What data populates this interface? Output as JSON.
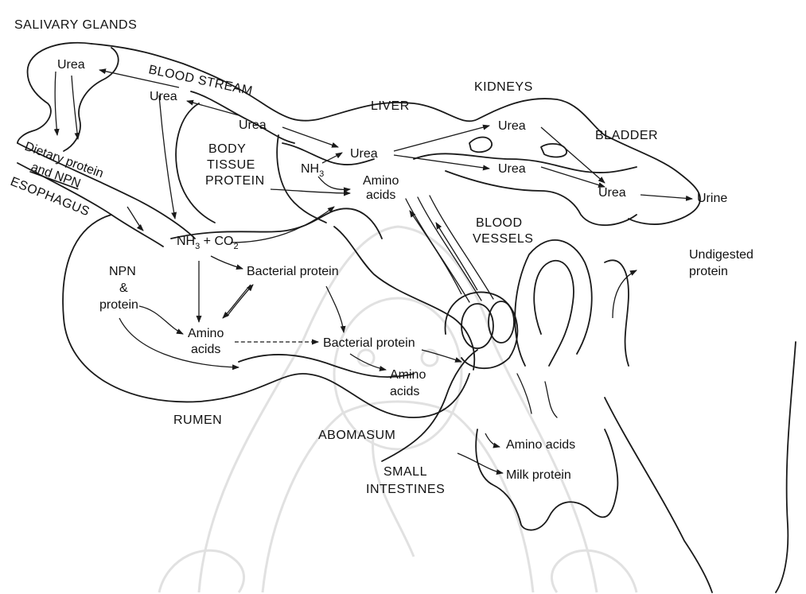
{
  "diagram": {
    "labels": {
      "salivary_glands": "SALIVARY GLANDS",
      "blood_stream": "BLOOD STREAM",
      "liver": "LIVER",
      "kidneys": "KIDNEYS",
      "bladder": "BLADDER",
      "urine": "Urine",
      "body_tissue_line1": "BODY",
      "body_tissue_line2": "TISSUE",
      "body_tissue_line3": "PROTEIN",
      "urea_saliva": "Urea",
      "urea_blood_1": "Urea",
      "urea_blood_2": "Urea",
      "urea_liver": "Urea",
      "urea_kidney_top": "Urea",
      "urea_kidney_bottom": "Urea",
      "urea_bladder": "Urea",
      "nh3_liver": "NH",
      "nh3_liver_sub": "3",
      "amino_liver_1": "Amino",
      "amino_liver_2": "acids",
      "dietary_1": "Dietary protein",
      "dietary_2": "and NPN",
      "esophagus": "ESOPHAGUS",
      "nh3_co2": "NH",
      "nh3_co2_sub1": "3",
      "nh3_co2_mid": " + CO",
      "nh3_co2_sub2": "2",
      "bacterial_protein_1": "Bacterial protein",
      "npn_1": "NPN",
      "npn_2": "&",
      "npn_3": "protein",
      "amino_rumen_1": "Amino",
      "amino_rumen_2": "acids",
      "bacterial_protein_2": "Bacterial protein",
      "amino_abomasum_1": "Amino",
      "amino_abomasum_2": "acids",
      "blood_vessels_1": "BLOOD",
      "blood_vessels_2": "VESSELS",
      "undigested_1": "Undigested",
      "undigested_2": "protein",
      "rumen": "RUMEN",
      "abomasum": "ABOMASUM",
      "small_intestines_1": "SMALL",
      "small_intestines_2": "INTESTINES",
      "amino_udder": "Amino acids",
      "milk_protein": "Milk protein"
    }
  }
}
